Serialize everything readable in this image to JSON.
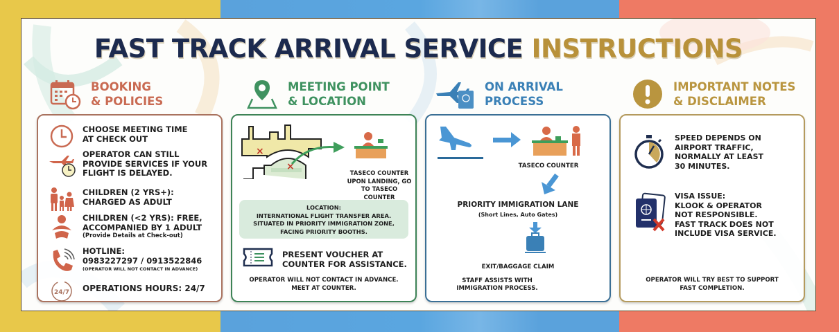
{
  "title": {
    "part1": "FAST TRACK ARRIVAL SERVICE",
    "part2": "INSTRUCTIONS"
  },
  "colors": {
    "frame_yellow": "#e8c84a",
    "frame_blue": "#5aa2dc",
    "frame_red": "#ee7a64",
    "title_navy": "#1c2a4e",
    "title_gold": "#b8913a",
    "booking": "#c96a52",
    "meeting": "#3f9260",
    "arrival": "#3a80b6",
    "notes": "#b9953f"
  },
  "booking": {
    "heading_line1": "BOOKING",
    "heading_line2": "& POLICIES",
    "icon": "calendar-clock-icon",
    "items": [
      {
        "icon": "clock-icon",
        "line1": "CHOOSE MEETING TIME",
        "line2": "AT CHECK OUT"
      },
      {
        "icon": "plane-delay-icon",
        "line1": "OPERATOR CAN STILL",
        "line2": "PROVIDE SERVICES IF YOUR",
        "line3": "FLIGHT IS DELAYED."
      },
      {
        "icon": "family-icon",
        "line1": "CHILDREN (2 YRS+):",
        "line2": "CHARGED AS ADULT"
      },
      {
        "icon": "baby-icon",
        "line1": "CHILDREN (<2 YRS): FREE,",
        "line2": "ACCOMPANIED BY 1 ADULT",
        "note": "(Provide Details at Check-out)"
      },
      {
        "icon": "phone-icon",
        "line1": "HOTLINE:",
        "line2": "0983227297 / 0913522846",
        "note": "(OPERATOR WILL NOT CONTACT IN ADVANCE)"
      },
      {
        "icon": "24-7-icon",
        "line1": "OPERATIONS HOURS: 24/7"
      }
    ]
  },
  "meeting": {
    "heading_line1": "MEETING POINT",
    "heading_line2": "& LOCATION",
    "icon": "map-pin-icon",
    "counter_label_line1": "TASECO COUNTER",
    "counter_label_line2": "UPON LANDING, GO",
    "counter_label_line3": "TO TASECO COUNTER",
    "location_title": "LOCATION:",
    "location_line1": "INTERNATIONAL FLIGHT TRANSFER AREA.",
    "location_line2": "SITUATED IN PRIORITY IMMIGRATION ZONE,",
    "location_line3": "FACING PRIORITY BOOTHS.",
    "voucher_line1": "PRESENT VOUCHER AT",
    "voucher_line2": "COUNTER FOR ASSISTANCE.",
    "note_line1": "OPERATOR WILL NOT CONTACT IN ADVANCE.",
    "note_line2": "MEET AT COUNTER."
  },
  "arrival": {
    "heading_line1": "ON ARRIVAL",
    "heading_line2": "PROCESS",
    "icon": "plane-passport-icon",
    "step1_label": "TASECO COUNTER",
    "step2_label": "PRIORITY IMMIGRATION LANE",
    "step2_sub": "(Short Lines, Auto Gates)",
    "step3_label": "EXIT/BAGGAGE CLAIM",
    "note_line1": "STAFF ASSISTS WITH",
    "note_line2": "IMMIGRATION PROCESS."
  },
  "notes": {
    "heading_line1": "IMPORTANT NOTES",
    "heading_line2": "& DISCLAIMER",
    "icon": "exclamation-icon",
    "speed_line1": "SPEED DEPENDS ON",
    "speed_line2": "AIRPORT TRAFFIC,",
    "speed_line3": "NORMALLY AT LEAST",
    "speed_line4": "30 MINUTES.",
    "visa_line1": "VISA ISSUE:",
    "visa_line2": "KLOOK & OPERATOR",
    "visa_line3": "NOT RESPONSIBLE.",
    "visa_line4": "FAST TRACK DOES NOT",
    "visa_line5": "INCLUDE VISA SERVICE.",
    "foot_line1": "OPERATOR WILL TRY BEST TO SUPPORT",
    "foot_line2": "FAST COMPLETION."
  }
}
